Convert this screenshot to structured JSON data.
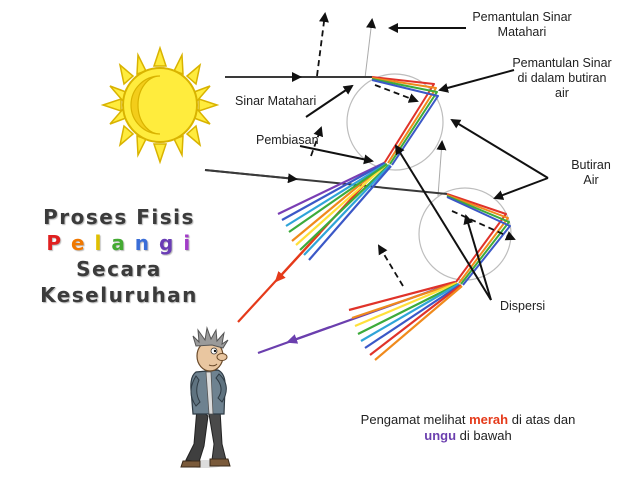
{
  "title": {
    "line1": "Proses Fisis",
    "line2_letters": [
      "P",
      "e",
      "l",
      "a",
      "n",
      "g",
      "i"
    ],
    "line2_colors": [
      "#e02020",
      "#f07800",
      "#e0c000",
      "#44aa33",
      "#3a6ed8",
      "#6a3db5",
      "#a23cc8"
    ],
    "line3": "Secara",
    "line4": "Keseluruhan"
  },
  "labels": {
    "pemantulan_matahari": "Pemantulan Sinar Matahari",
    "pemantulan_butiran": "Pemantulan Sinar di dalam butiran air",
    "sinar_matahari": "Sinar Matahari",
    "pembiasan": "Pembiasan",
    "butiran_air": "Butiran Air",
    "dispersi": "Dispersi"
  },
  "observer_note": {
    "part1": "Pengamat melihat ",
    "merah": "merah",
    "part2": " di atas dan",
    "ungu": "ungu",
    "part3": " di bawah"
  },
  "colors": {
    "red": "#e53a1a",
    "purple": "#6b3fae",
    "sun_fill": "#ffec3d",
    "sun_stroke": "#d9b300",
    "spectrum": [
      "#e0332a",
      "#f08a1c",
      "#ffe03a",
      "#3dab3b",
      "#2fa4d8",
      "#3b58c7",
      "#7a3eb4"
    ]
  },
  "icons": [
    "sun-icon",
    "observer-figure"
  ]
}
